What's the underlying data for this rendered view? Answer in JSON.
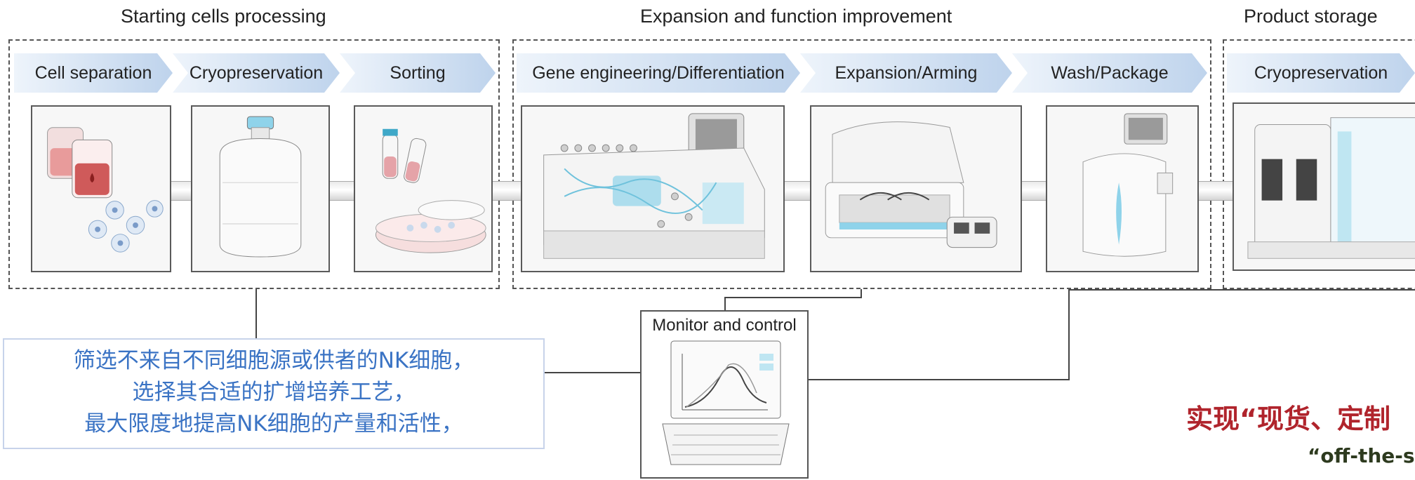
{
  "stages": [
    {
      "title": "Starting cells processing"
    },
    {
      "title": "Expansion and function improvement"
    },
    {
      "title": "Product storage"
    }
  ],
  "steps": [
    "Cell separation",
    "Cryopreservation",
    "Sorting",
    "Gene engineering/Differentiation",
    "Expansion/Arming",
    "Wash/Package",
    "Cryopreservation"
  ],
  "monitor": {
    "label": "Monitor and control"
  },
  "note_cn": [
    "筛选不来自不同细胞源或供者的NK细胞，",
    "选择其合适的扩增培养工艺，",
    "最大限度地提高NK细胞的产量和活性，"
  ],
  "footer": {
    "red": "实现“现货、定制",
    "green": "“off-the-sh"
  },
  "colors": {
    "step_light": "#eef4fb",
    "step_dark": "#bed3ec",
    "note_text": "#3a73c4",
    "note_border": "#c7d3ea",
    "red": "#b0242c",
    "device_accent": "#8fd3ea"
  }
}
